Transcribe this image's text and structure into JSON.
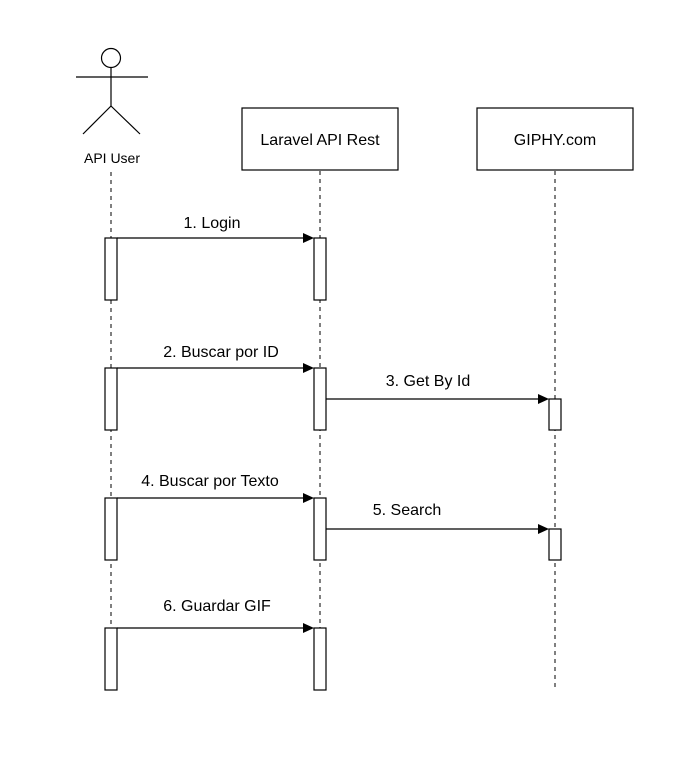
{
  "diagram": {
    "actor": {
      "label": "API User"
    },
    "participants": [
      {
        "label": "Laravel API Rest"
      },
      {
        "label": "GIPHY.com"
      }
    ],
    "messages": [
      {
        "label": "1. Login"
      },
      {
        "label": "2. Buscar por ID"
      },
      {
        "label": "3. Get By Id"
      },
      {
        "label": "4. Buscar por Texto"
      },
      {
        "label": "5. Search"
      },
      {
        "label": "6. Guardar GIF"
      }
    ]
  }
}
